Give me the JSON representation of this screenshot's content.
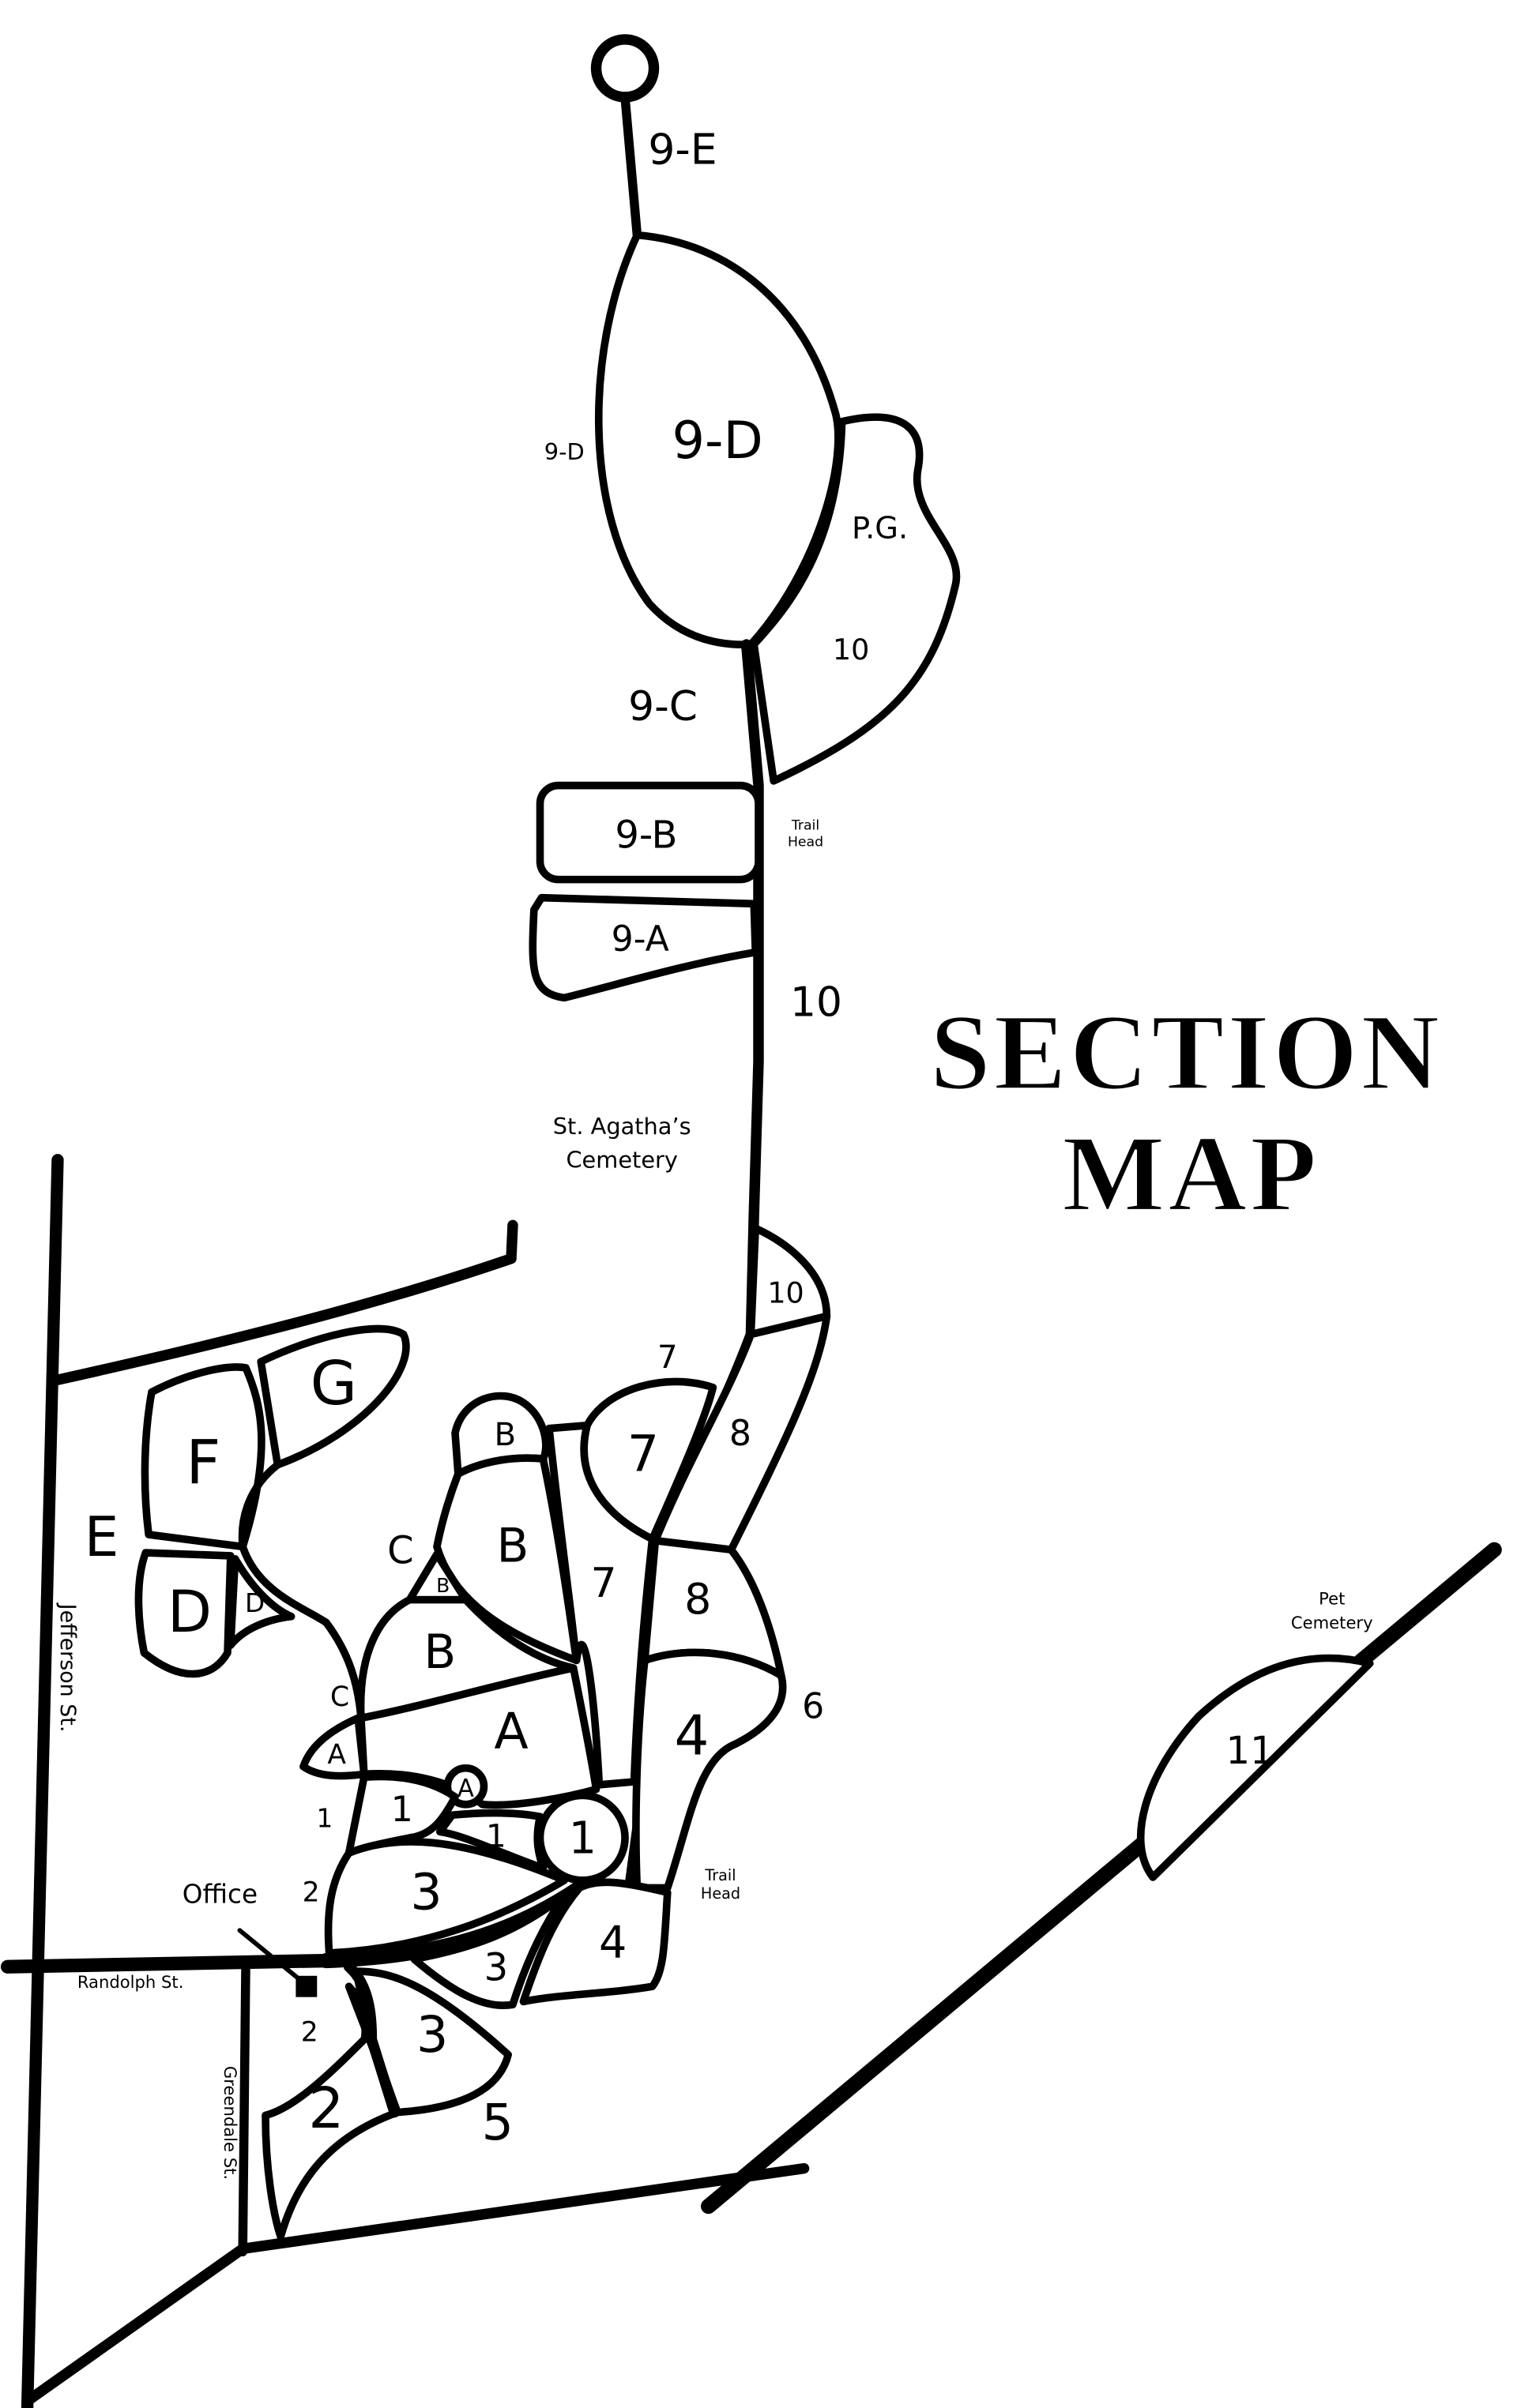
{
  "title": {
    "line1": "SECTION",
    "line2": "MAP"
  },
  "places": {
    "cemetery": [
      "St. Agatha’s",
      "Cemetery"
    ],
    "pet_cemetery": [
      "Pet",
      "Cemetery"
    ],
    "trail_head_north": [
      "Trail",
      "Head"
    ],
    "trail_head_south": [
      "Trail",
      "Head"
    ],
    "office": "Office"
  },
  "streets": {
    "jefferson": "Jefferson St.",
    "randolph": "Randolph St.",
    "greendale": "Greendale St."
  },
  "sections": {
    "s9e": "9-E",
    "s9d_main": "9-D",
    "s9d_side": "9-D",
    "pg": "P.G.",
    "s10_upper": "10",
    "s9c": "9-C",
    "s9b": "9-B",
    "s9a": "9-A",
    "s10_road": "10",
    "s10_small": "10",
    "s7_top": "7",
    "s7_big": "7",
    "s8_strip": "8",
    "s7_mid": "7",
    "s8_big": "8",
    "s6": "6",
    "sB_small": "B",
    "sG": "G",
    "sF": "F",
    "sE": "E",
    "sB_upper": "B",
    "sC_upper": "C",
    "sB_tri": "B",
    "sD_big": "D",
    "sD_small": "D",
    "sB_lower": "B",
    "sC_lower": "C",
    "sA_big": "A",
    "s4_big": "4",
    "sA_small": "A",
    "sA_circle": "A",
    "s11": "11",
    "s1_left": "1",
    "s1_a": "1",
    "s1_b": "1",
    "s1_circle": "1",
    "s2_office": "2",
    "s3_big": "3",
    "s4_lower": "4",
    "s3_small": "3",
    "s2_small": "2",
    "s3_lower": "3",
    "s5": "5",
    "s2_big": "2"
  },
  "colors": {
    "ink": "#000000",
    "background": "#ffffff"
  }
}
